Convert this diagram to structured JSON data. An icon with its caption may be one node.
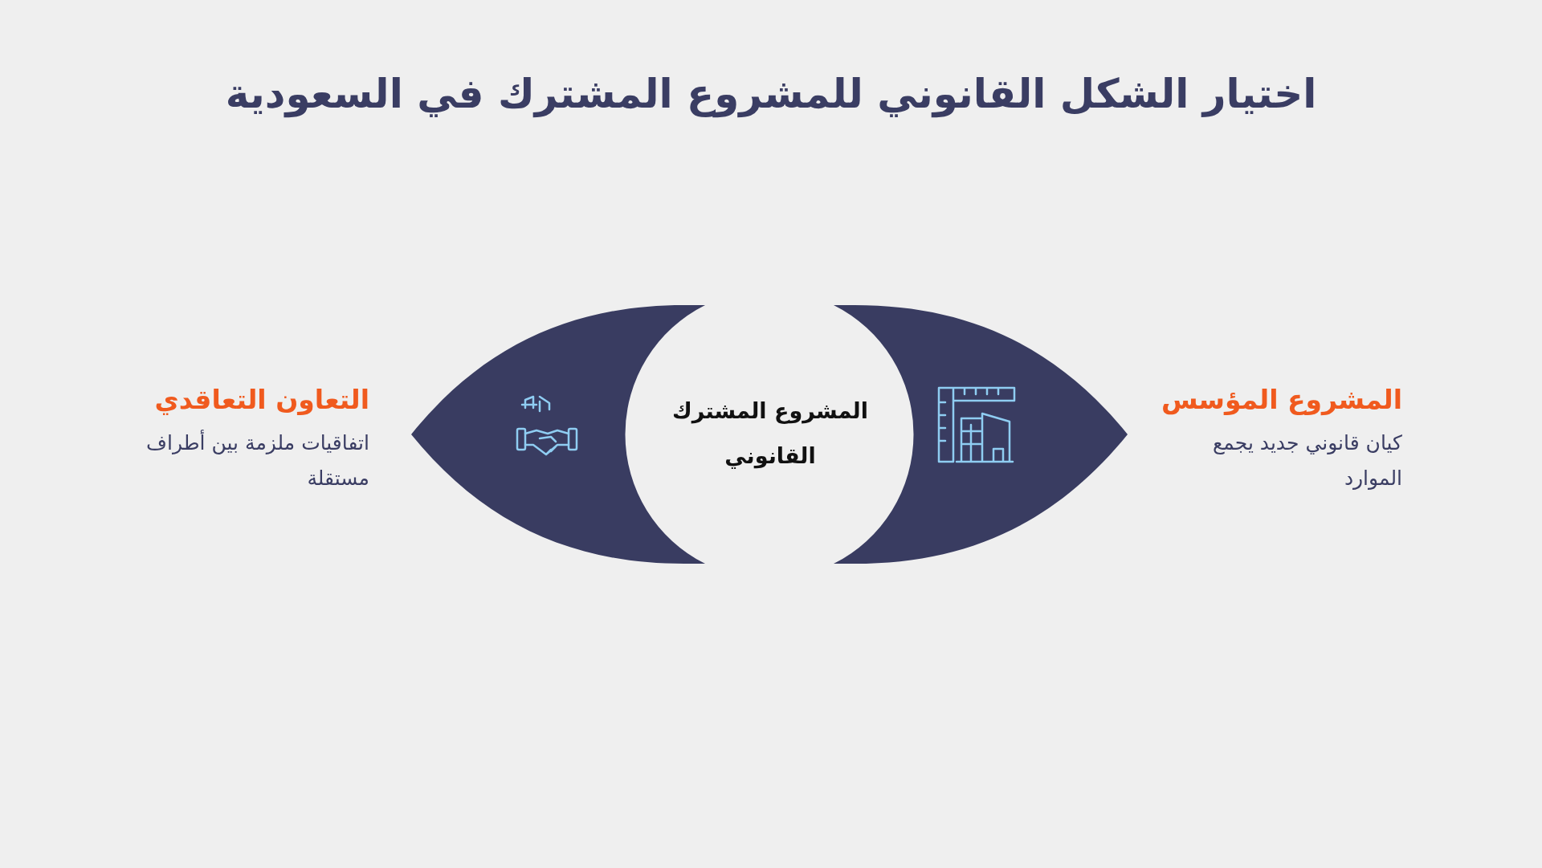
{
  "diagram": {
    "title": "اختيار الشكل القانوني للمشروع المشترك في السعودية",
    "nodes": [
      {
        "text": [],
        "shape": "leaf",
        "beside": [
          "التعاون التعاقدي",
          "اتفاقيات ملزمة بين أطراف مستقلة"
        ]
      },
      {
        "text": [
          "المشروع المشترك القانوني"
        ]
      },
      {
        "text": [],
        "shape": "leaf",
        "beside": [
          "المشروع المؤسس",
          "كيان قانوني جديد يجمع الموارد"
        ]
      }
    ],
    "edges": []
  }
}
